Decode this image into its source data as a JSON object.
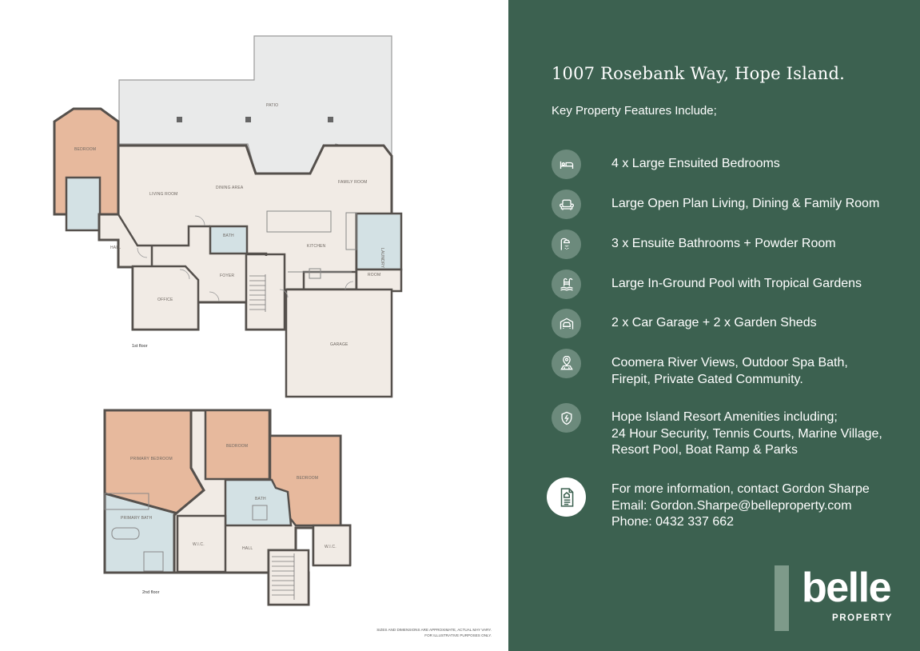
{
  "plan": {
    "rooms": {
      "patio": "PATIO",
      "bedroom_1": "BEDROOM",
      "living_room": "LIVING ROOM",
      "dining_area": "DINING AREA",
      "family_room": "FAMILY ROOM",
      "bath_1": "BATH",
      "laundry": "LAUNDRY",
      "kitchen": "KITCHEN",
      "hall_1": "HALL",
      "room": "ROOM",
      "foyer": "FOYER",
      "office": "OFFICE",
      "garage": "GARAGE",
      "primary_bedroom": "PRIMARY BEDROOM",
      "bedroom_2": "BEDROOM",
      "bedroom_3": "BEDROOM",
      "bath_2": "BATH",
      "primary_bath": "PRIMARY BATH",
      "wic_1": "W.I.C.",
      "hall_2": "HALL",
      "wic_2": "W.I.C."
    },
    "floor_1": "1st floor",
    "floor_2": "2nd floor",
    "disclaimer_line1": "SIZES AND DIMENSIONS ARE APPROXIMATE, ACTUAL MAY VARY.",
    "disclaimer_line2": "FOR ILLUSTRATIVE PURPOSES ONLY."
  },
  "panel": {
    "address": "1007 Rosebank Way, Hope Island.",
    "features_heading": "Key Property Features Include;",
    "features": [
      {
        "icon": "bed-icon",
        "lines": [
          "4 x Large Ensuited Bedrooms"
        ]
      },
      {
        "icon": "armchair-icon",
        "lines": [
          "Large Open Plan Living, Dining & Family Room"
        ]
      },
      {
        "icon": "shower-icon",
        "lines": [
          "3 x Ensuite Bathrooms + Powder Room"
        ]
      },
      {
        "icon": "pool-icon",
        "lines": [
          "Large In-Ground Pool with Tropical Gardens"
        ]
      },
      {
        "icon": "garage-icon",
        "lines": [
          "2 x Car Garage + 2 x Garden Sheds"
        ]
      },
      {
        "icon": "location-icon",
        "lines": [
          "Coomera River Views, Outdoor Spa Bath,",
          "Firepit, Private Gated Community."
        ]
      },
      {
        "icon": "shield-icon",
        "lines": [
          "Hope Island Resort Amenities including;",
          "24 Hour Security, Tennis Courts, Marine Village,",
          "Resort Pool, Boat Ramp & Parks"
        ]
      }
    ],
    "contact": {
      "icon": "document-house-icon",
      "lines": [
        "For more information, contact Gordon Sharpe",
        "Email: Gordon.Sharpe@belleproperty.com",
        "Phone: 0432 337 662"
      ]
    },
    "logo": {
      "word": "belle",
      "sub": "PROPERTY"
    }
  },
  "colors": {
    "panel_bg": "#3c6150",
    "icon_circle": "#6c8a7c",
    "bedroom_fill": "#e7b99d",
    "living_fill": "#f1ebe5",
    "bath_fill": "#d3e1e4",
    "patio_fill": "#e9eaea",
    "wall": "#55504c"
  }
}
